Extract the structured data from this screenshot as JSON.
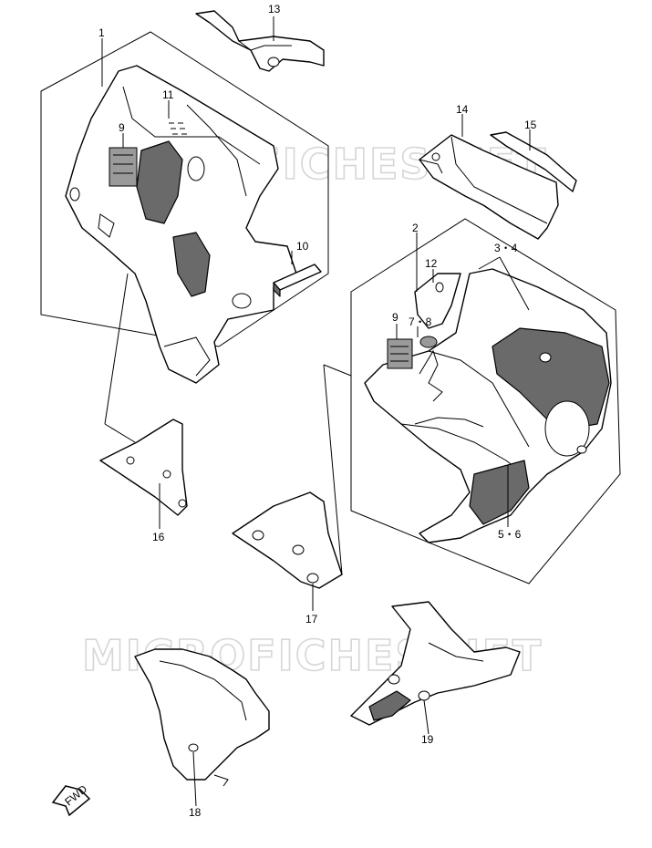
{
  "watermark": {
    "upper": "MICROFICHES.NET",
    "lower": "MICROFICHES.NET"
  },
  "labels": {
    "p1": "1",
    "p2": "2",
    "p3_4": "3・4",
    "p5_6": "5・6",
    "p7_8": "7・8",
    "p9_left": "9",
    "p9_right": "9",
    "p10": "10",
    "p11": "11",
    "p12": "12",
    "p13": "13",
    "p14": "14",
    "p15": "15",
    "p16": "16",
    "p17": "17",
    "p18": "18",
    "p19": "19"
  },
  "fwd_arrow": {
    "text": "FWD"
  },
  "icons": {
    "fwd": "forward-direction-arrow-icon",
    "decal": "warning-decal-icon"
  }
}
